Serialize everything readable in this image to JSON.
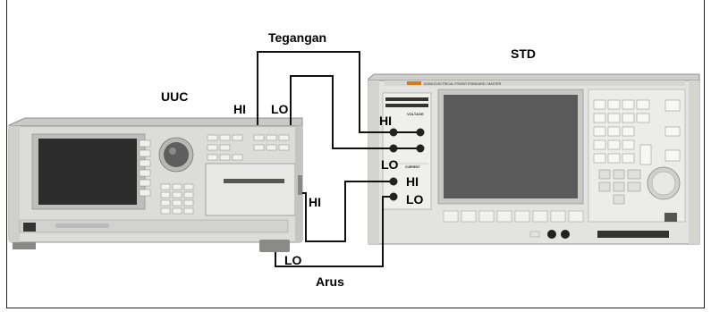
{
  "labels": {
    "tegangan": "Tegangan",
    "std": "STD",
    "uuc": "UUC",
    "hi_uuc_voltage": "HI",
    "lo_uuc_voltage": "LO",
    "hi_std_voltage": "HI",
    "lo_std_voltage": "LO",
    "hi_uuc_current": "HI",
    "hi_std_current": "HI",
    "lo_std_current": "LO",
    "lo_uuc_current": "LO",
    "arus": "Arus"
  },
  "std_panel": {
    "brand": "FLUKE",
    "model_text": "6100A ELECTRICAL POWER STANDARD / MASTER",
    "voltage_label": "VOLTAGE",
    "current_label": "CURRENT"
  },
  "colors": {
    "wire": "#111111",
    "uuc_body": "#d9d9d6",
    "uuc_screen": "#2c2c2c",
    "std_body": "#e3e3e1",
    "std_screen": "#5a5a5a"
  }
}
